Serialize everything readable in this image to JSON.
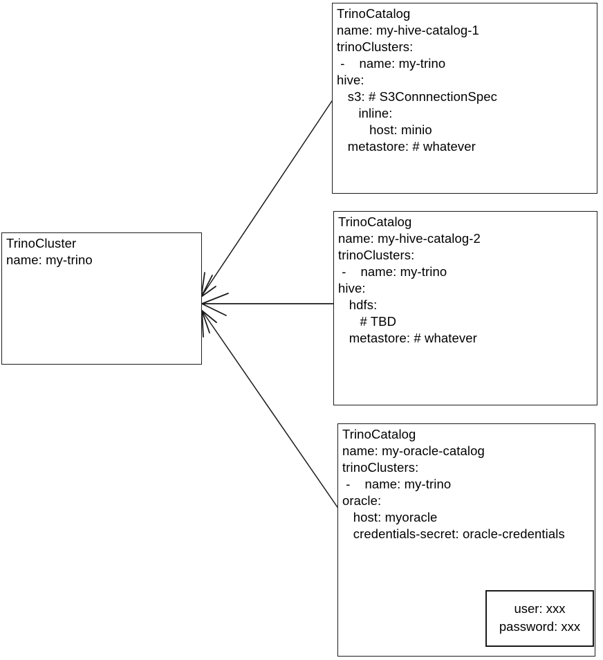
{
  "diagram": {
    "title": "TrinoCluster and TrinoCatalog relationship diagram",
    "background_color": "#ffffff",
    "stroke_color": "#1a1a1a",
    "text_color": "#000000"
  },
  "nodes": {
    "cluster": {
      "kind": "TrinoCluster",
      "lines": [
        "TrinoCluster",
        "name: my-trino"
      ],
      "text": "TrinoCluster\nname: my-trino"
    },
    "catalog_hive_1": {
      "kind": "TrinoCatalog",
      "lines": [
        "TrinoCatalog",
        "name: my-hive-catalog-1",
        "trinoClusters:",
        " -    name: my-trino",
        "hive:",
        "   s3: # S3ConnnectionSpec",
        "      inline:",
        "         host: minio",
        "   metastore: # whatever"
      ],
      "text": "TrinoCatalog\nname: my-hive-catalog-1\ntrinoClusters:\n -    name: my-trino\nhive:\n   s3: # S3ConnnectionSpec\n      inline:\n         host: minio\n   metastore: # whatever"
    },
    "catalog_hive_2": {
      "kind": "TrinoCatalog",
      "lines": [
        "TrinoCatalog",
        "name: my-hive-catalog-2",
        "trinoClusters:",
        " -    name: my-trino",
        "hive:",
        "   hdfs:",
        "      # TBD",
        "   metastore: # whatever"
      ],
      "text": "TrinoCatalog\nname: my-hive-catalog-2\ntrinoClusters:\n -    name: my-trino\nhive:\n   hdfs:\n      # TBD\n   metastore: # whatever"
    },
    "catalog_oracle": {
      "kind": "TrinoCatalog",
      "lines": [
        "TrinoCatalog",
        "name: my-oracle-catalog",
        "trinoClusters:",
        " -    name: my-trino",
        "oracle:",
        "   host: myoracle",
        "   credentials-secret: oracle-credentials"
      ],
      "text": "TrinoCatalog\nname: my-oracle-catalog\ntrinoClusters:\n -    name: my-trino\noracle:\n   host: myoracle\n   credentials-secret: oracle-credentials"
    },
    "credentials_secret": {
      "lines": [
        "user: xxx",
        "password: xxx"
      ],
      "text": "user: xxx\npassword: xxx"
    }
  },
  "edges": [
    {
      "name": "catalog-1-to-cluster",
      "from": "catalog_hive_1",
      "to": "cluster",
      "arrowhead": "at-cluster"
    },
    {
      "name": "catalog-2-to-cluster",
      "from": "catalog_hive_2",
      "to": "cluster",
      "arrowhead": "at-cluster"
    },
    {
      "name": "catalog-oracle-to-cluster",
      "from": "catalog_oracle",
      "to": "cluster",
      "arrowhead": "at-cluster"
    },
    {
      "name": "secret-reference-arrow",
      "from": "catalog_oracle",
      "to": "credentials_secret",
      "arrowhead": "at-credentials"
    }
  ]
}
